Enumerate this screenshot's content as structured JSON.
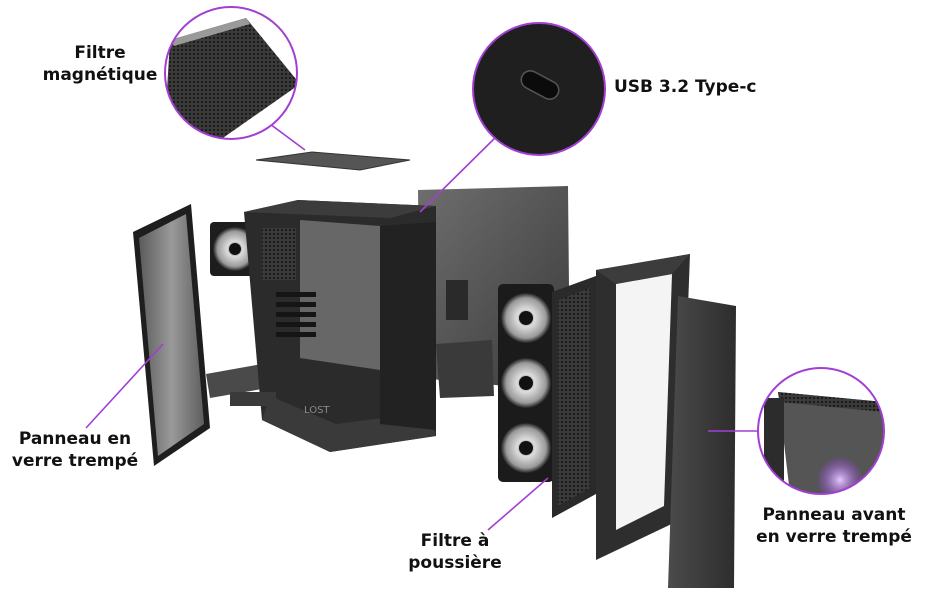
{
  "labels": {
    "magnetic_filter": [
      "Filtre",
      "magnétique"
    ],
    "usb_port": [
      "USB 3.2 Type-c"
    ],
    "side_glass_panel": [
      "Panneau en",
      "verre trempé"
    ],
    "dust_filter": [
      "Filtre à",
      "poussière"
    ],
    "front_glass_panel": [
      "Panneau avant",
      "en verre trempé"
    ]
  },
  "colors": {
    "leader_line": "#a23fd3",
    "case_dark": "#2b2b2b",
    "case_mid": "#555555",
    "glass": "#8a8a8a",
    "fan_glow": "#b070e0"
  },
  "cases_brand_text": "LOST"
}
